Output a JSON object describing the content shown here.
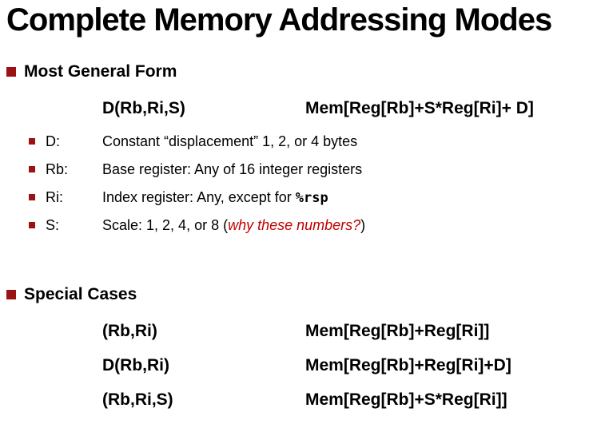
{
  "slide": {
    "title": "Complete Memory Addressing Modes",
    "colors": {
      "bullet": "#9B1212",
      "red_text": "#C00000",
      "text": "#000000",
      "background": "#FFFFFF"
    },
    "sections": [
      {
        "heading": "Most General Form",
        "rows": [
          {
            "form": "D(Rb,Ri,S)",
            "meaning": "Mem[Reg[Rb]+S*Reg[Ri]+ D]"
          }
        ],
        "items": [
          {
            "term": "D:",
            "text": "Constant “displacement” 1, 2, or 4 bytes"
          },
          {
            "term": "Rb:",
            "text": "Base register: Any of 16 integer registers"
          },
          {
            "term": "Ri:",
            "text": "Index register: Any, except for ",
            "code": "%rsp"
          },
          {
            "term": "S:",
            "text": "Scale: 1, 2, 4, or 8 (",
            "red_italic": "why these numbers?",
            "suffix": ")"
          }
        ]
      },
      {
        "heading": "Special Cases",
        "rows": [
          {
            "form": "(Rb,Ri)",
            "meaning": "Mem[Reg[Rb]+Reg[Ri]]"
          },
          {
            "form": "D(Rb,Ri)",
            "meaning": "Mem[Reg[Rb]+Reg[Ri]+D]"
          },
          {
            "form": "(Rb,Ri,S)",
            "meaning": "Mem[Reg[Rb]+S*Reg[Ri]]"
          }
        ]
      }
    ]
  }
}
